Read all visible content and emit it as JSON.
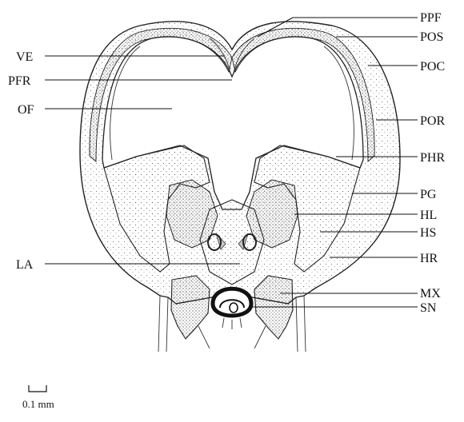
{
  "labels": {
    "PPF": "PPF",
    "POS": "POS",
    "POC": "POC",
    "POR": "POR",
    "PHR": "PHR",
    "PG": "PG",
    "HL": "HL",
    "HS": "HS",
    "HR": "HR",
    "MX": "MX",
    "SN": "SN",
    "VE": "VE",
    "PFR": "PFR",
    "OF": "OF",
    "LA": "LA"
  },
  "scale_bar": {
    "label": "0.1 mm"
  }
}
